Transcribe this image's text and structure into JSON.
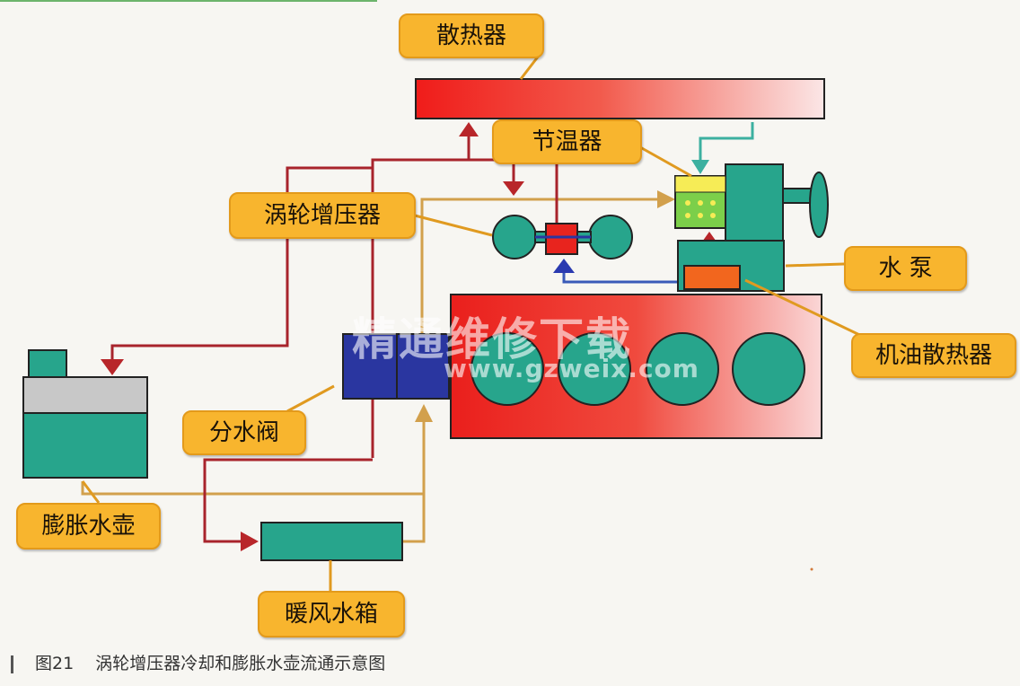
{
  "labels": {
    "radiator": "散热器",
    "thermostat": "节温器",
    "turbo": "涡轮增压器",
    "water_pump": "水 泵",
    "oil_cooler": "机油散热器",
    "split_valve": "分水阀",
    "expansion_tank": "膨胀水壶",
    "heater_core": "暖风水箱"
  },
  "watermark": {
    "main": "精通维修下载",
    "url": "www.gzweix.com"
  },
  "caption": {
    "figure_no": "图21",
    "text": "涡轮增压器冷却和膨胀水壶流通示意图"
  },
  "colors": {
    "label_fill": "#f8b52e",
    "hot_red": "#e8241e",
    "teal": "#27a58c",
    "dark_red_line": "#a8242c",
    "tan_line": "#d2a04c",
    "blue_line": "#3a5ab8",
    "navy": "#2a36a0"
  }
}
